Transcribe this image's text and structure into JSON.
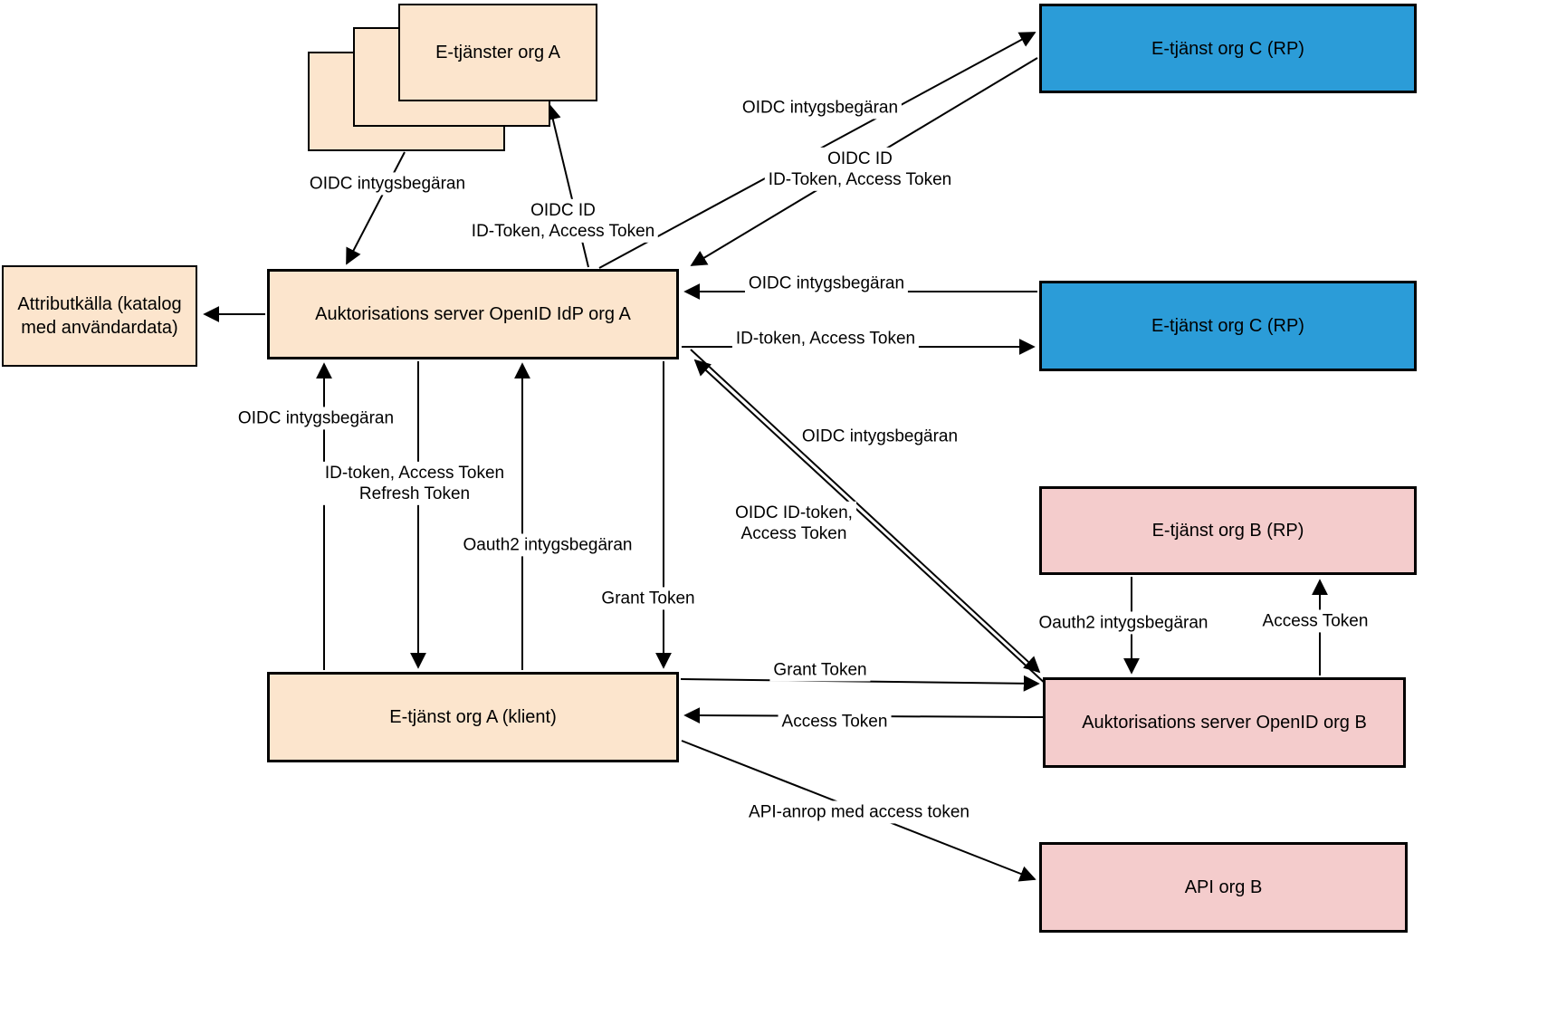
{
  "diagram": {
    "title": "OIDC / OAuth2 federation flow between org A, org B and org C",
    "colors": {
      "peach": "#fce5cd",
      "blue": "#2b9cd8",
      "pink": "#f4cccc",
      "line": "#000000",
      "background": "#ffffff"
    },
    "nodes": {
      "stack_org_a": "E-tjänster org A",
      "attributkalla": "Attributkälla (katalog\nmed användardata)",
      "idp_org_a": "Auktorisations server OpenID IdP  org A",
      "etjanst_c_top": "E-tjänst org C (RP)",
      "etjanst_c_mid": "E-tjänst org C (RP)",
      "etjanst_b_rp": "E-tjänst org B (RP)",
      "auth_org_b": "Auktorisations server OpenID  org B",
      "klient_org_a": "E-tjänst org A (klient)",
      "api_org_b": "API org B"
    },
    "edges": {
      "stack_to_idp": "OIDC  intygsbegäran",
      "idp_to_stack": "OIDC ID\nID-Token, Access Token",
      "idp_to_c_top": "OIDC  intygsbegäran",
      "c_top_to_idp": "OIDC ID\nID-Token, Access Token",
      "c_mid_to_idp": "OIDC intygsbegäran",
      "idp_to_c_mid": "ID-token, Access Token",
      "idp_to_authb_req": "OIDC  intygsbegäran",
      "authb_to_idp_token": "OIDC ID-token,\nAccess Token",
      "klient_to_idp_oidc": "OIDC intygsbegäran",
      "idp_to_klient_token": "ID-token, Access Token\nRefresh Token",
      "klient_to_idp_oauth": "Oauth2 intygsbegäran",
      "idp_to_klient_grant": "Grant Token",
      "klient_to_authb_grant": "Grant Token",
      "authb_to_klient_access": "Access Token",
      "klient_to_api": "API-anrop med access token",
      "rpb_to_authb": "Oauth2  intygsbegäran",
      "authb_to_rpb": "Access Token"
    }
  }
}
